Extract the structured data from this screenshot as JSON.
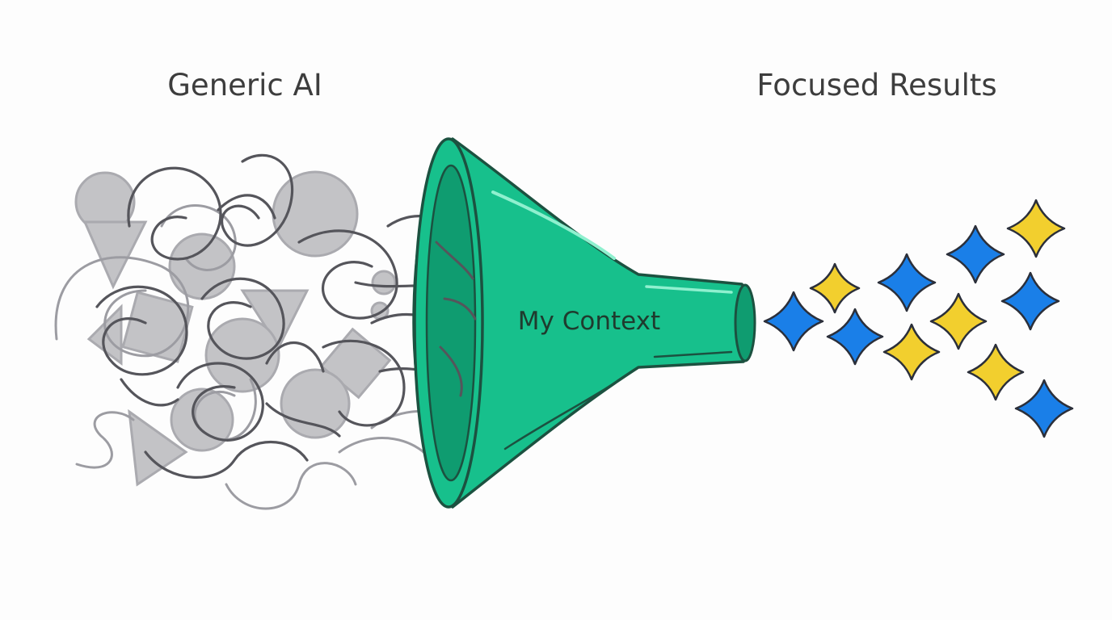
{
  "labels": {
    "left_title": "Generic AI",
    "right_title": "Focused Results",
    "funnel_label": "My Context"
  },
  "colors": {
    "background": "#fdfdfd",
    "scribble_dark": "#55555b",
    "scribble_light": "#9c9ca2",
    "shape_fill": "#b9b9bd",
    "funnel_fill": "#17c08c",
    "funnel_dark": "#0f9c70",
    "funnel_outline": "#1c5140",
    "star_blue": "#1a7fe8",
    "star_yellow": "#f2cf2e",
    "star_outline": "#2b2f3a"
  },
  "icons": {
    "left_cluster": "tangled-scribble-icon",
    "funnel": "funnel-icon",
    "outputs": "sparkle-star-icon"
  }
}
